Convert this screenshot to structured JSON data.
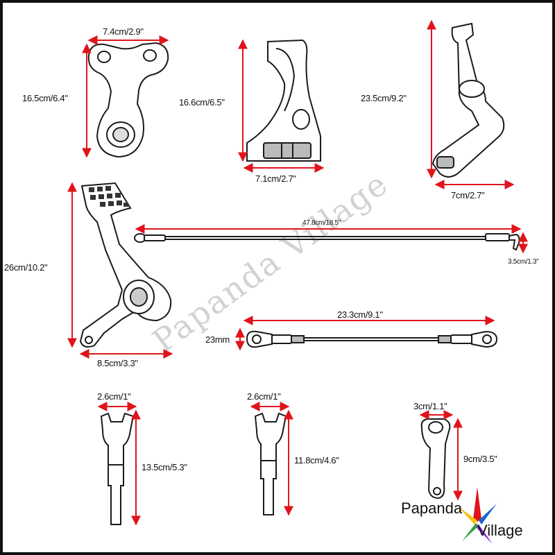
{
  "watermark": "Papanda Village",
  "logo": {
    "line1": "Papanda",
    "line2": "Village"
  },
  "colors": {
    "dimension": "#e0141a",
    "part_outline": "#1a1a1a",
    "watermark": "#d2d2d2"
  },
  "labels": {
    "footpeg_mount_width": "7.4cm/2.9\"",
    "footpeg_mount_height": "16.5cm/6.4\"",
    "bracket_height": "16.6cm/6.5\"",
    "bracket_width": "7.1cm/2.7\"",
    "shift_lever_height": "23.5cm/9.2\"",
    "shift_lever_width": "7cm/2.7\"",
    "brake_pedal_height": "26cm/10.2\"",
    "brake_pedal_width": "8.5cm/3.3\"",
    "long_rod_length": "47.8cm/18.5\"",
    "long_rod_drop": "3.5cm/1.3\"",
    "shift_rod_length": "23.3cm/9.1\"",
    "shift_rod_height": "23mm",
    "peg_a_width": "2.6cm/1\"",
    "peg_a_height": "13.5cm/5.3\"",
    "peg_b_width": "2.6cm/1\"",
    "peg_b_height": "11.8cm/4.6\"",
    "arm_width": "3cm/1.1\"",
    "arm_height": "9cm/3.5\""
  }
}
